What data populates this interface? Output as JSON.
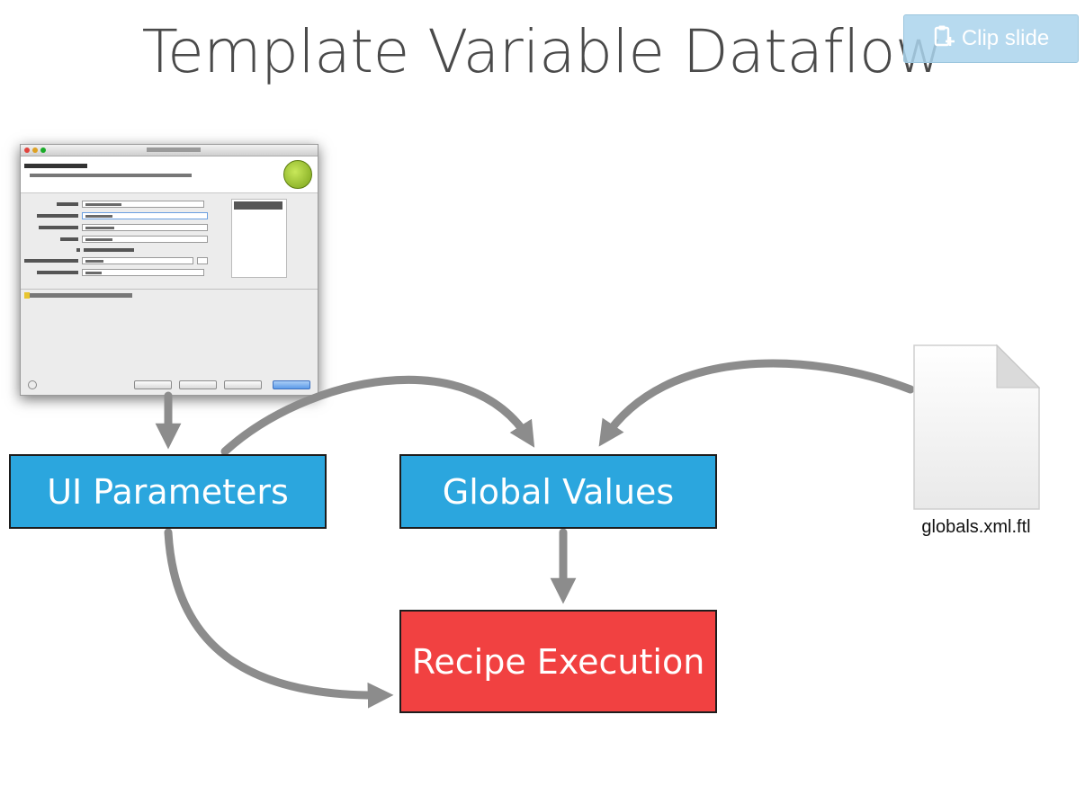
{
  "slide": {
    "title": "Template Variable Dataflow"
  },
  "clip_button": {
    "label": "Clip slide",
    "icon": "clipboard-plus-icon"
  },
  "nodes": {
    "ui_parameters": "UI Parameters",
    "global_values": "Global Values",
    "recipe_execution": "Recipe Execution"
  },
  "file": {
    "label": "globals.xml.ftl",
    "icon": "document-icon"
  },
  "colors": {
    "node_blue": "#2ba6de",
    "node_red": "#f14141",
    "arrow_gray": "#8c8c8c"
  }
}
